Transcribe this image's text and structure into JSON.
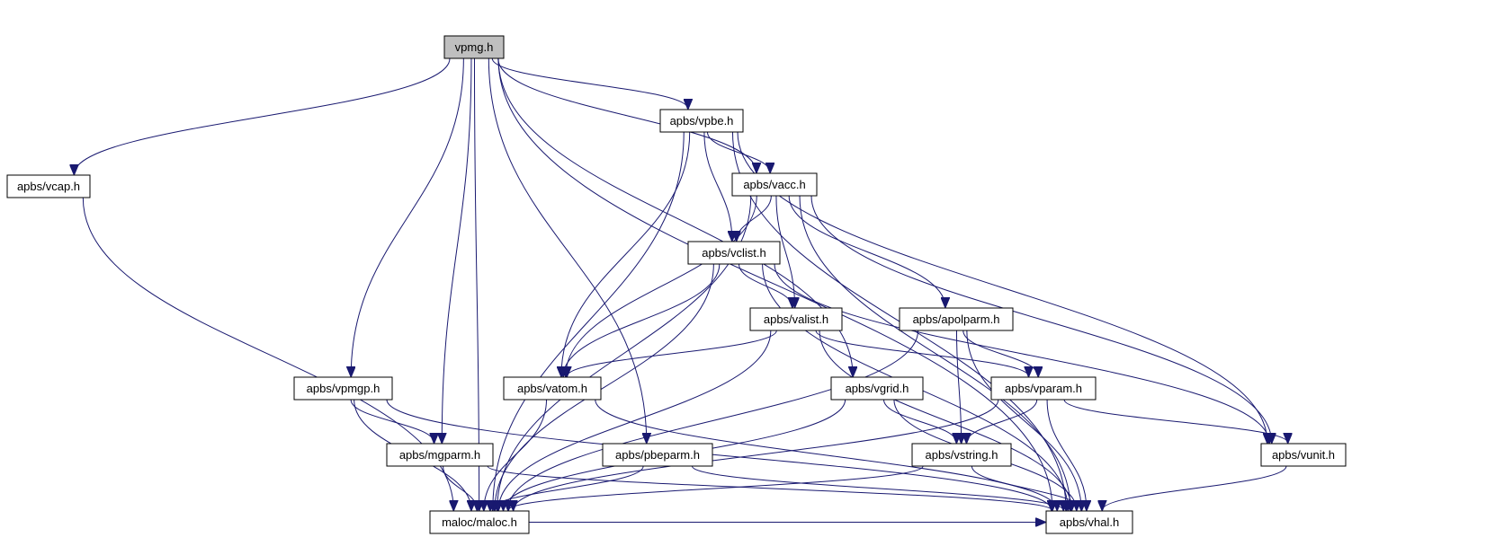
{
  "diagram": {
    "type": "include-dependency-graph",
    "colors": {
      "edge": "#191970",
      "node_fill": "#ffffff",
      "node_border": "#000000",
      "root_fill": "#bfbfbf",
      "external_border": "#bfbfbf"
    },
    "nodes": [
      {
        "id": "vpmg",
        "label": "vpmg.h",
        "style": "root"
      },
      {
        "id": "vpbe",
        "label": "apbs/vpbe.h",
        "style": "normal"
      },
      {
        "id": "vcap",
        "label": "apbs/vcap.h",
        "style": "normal"
      },
      {
        "id": "vacc",
        "label": "apbs/vacc.h",
        "style": "normal"
      },
      {
        "id": "vclist",
        "label": "apbs/vclist.h",
        "style": "normal"
      },
      {
        "id": "valist",
        "label": "apbs/valist.h",
        "style": "normal"
      },
      {
        "id": "apolparm",
        "label": "apbs/apolparm.h",
        "style": "normal"
      },
      {
        "id": "vpmgp",
        "label": "apbs/vpmgp.h",
        "style": "normal"
      },
      {
        "id": "vatom",
        "label": "apbs/vatom.h",
        "style": "normal"
      },
      {
        "id": "vgrid",
        "label": "apbs/vgrid.h",
        "style": "normal"
      },
      {
        "id": "vparam",
        "label": "apbs/vparam.h",
        "style": "normal"
      },
      {
        "id": "mgparm",
        "label": "apbs/mgparm.h",
        "style": "normal"
      },
      {
        "id": "pbeparm",
        "label": "apbs/pbeparm.h",
        "style": "normal"
      },
      {
        "id": "vstring",
        "label": "apbs/vstring.h",
        "style": "normal"
      },
      {
        "id": "vunit",
        "label": "apbs/vunit.h",
        "style": "normal"
      },
      {
        "id": "maloc",
        "label": "maloc/maloc.h",
        "style": "external"
      },
      {
        "id": "vhal",
        "label": "apbs/vhal.h",
        "style": "normal"
      }
    ],
    "edges": [
      {
        "from": "vpmg",
        "to": "vcap"
      },
      {
        "from": "vpmg",
        "to": "maloc"
      },
      {
        "from": "vpmg",
        "to": "vpmgp"
      },
      {
        "from": "vpmg",
        "to": "mgparm"
      },
      {
        "from": "vpmg",
        "to": "pbeparm"
      },
      {
        "from": "vpmg",
        "to": "vgrid"
      },
      {
        "from": "vpmg",
        "to": "vpbe"
      },
      {
        "from": "vpmg",
        "to": "vacc"
      },
      {
        "from": "vpmg",
        "to": "vhal"
      },
      {
        "from": "vcap",
        "to": "maloc"
      },
      {
        "from": "vpbe",
        "to": "maloc"
      },
      {
        "from": "vpbe",
        "to": "vatom"
      },
      {
        "from": "vpbe",
        "to": "vclist"
      },
      {
        "from": "vpbe",
        "to": "vacc"
      },
      {
        "from": "vpbe",
        "to": "vunit"
      },
      {
        "from": "vpbe",
        "to": "vhal"
      },
      {
        "from": "vacc",
        "to": "maloc"
      },
      {
        "from": "vacc",
        "to": "vatom"
      },
      {
        "from": "vacc",
        "to": "vclist"
      },
      {
        "from": "vacc",
        "to": "valist"
      },
      {
        "from": "vacc",
        "to": "apolparm"
      },
      {
        "from": "vacc",
        "to": "vunit"
      },
      {
        "from": "vacc",
        "to": "vhal"
      },
      {
        "from": "vclist",
        "to": "maloc"
      },
      {
        "from": "vclist",
        "to": "vatom"
      },
      {
        "from": "vclist",
        "to": "valist"
      },
      {
        "from": "vclist",
        "to": "vunit"
      },
      {
        "from": "vclist",
        "to": "vhal"
      },
      {
        "from": "valist",
        "to": "vatom"
      },
      {
        "from": "valist",
        "to": "maloc"
      },
      {
        "from": "valist",
        "to": "vparam"
      },
      {
        "from": "valist",
        "to": "vhal"
      },
      {
        "from": "apolparm",
        "to": "maloc"
      },
      {
        "from": "apolparm",
        "to": "vparam"
      },
      {
        "from": "apolparm",
        "to": "vstring"
      },
      {
        "from": "apolparm",
        "to": "vhal"
      },
      {
        "from": "vpmgp",
        "to": "mgparm"
      },
      {
        "from": "vpmgp",
        "to": "maloc"
      },
      {
        "from": "vpmgp",
        "to": "vhal"
      },
      {
        "from": "vatom",
        "to": "maloc"
      },
      {
        "from": "vatom",
        "to": "vhal"
      },
      {
        "from": "vgrid",
        "to": "maloc"
      },
      {
        "from": "vgrid",
        "to": "vstring"
      },
      {
        "from": "vgrid",
        "to": "vhal"
      },
      {
        "from": "vparam",
        "to": "vstring"
      },
      {
        "from": "vparam",
        "to": "vunit"
      },
      {
        "from": "vparam",
        "to": "maloc"
      },
      {
        "from": "vparam",
        "to": "vhal"
      },
      {
        "from": "mgparm",
        "to": "maloc"
      },
      {
        "from": "mgparm",
        "to": "vhal"
      },
      {
        "from": "pbeparm",
        "to": "maloc"
      },
      {
        "from": "pbeparm",
        "to": "vhal"
      },
      {
        "from": "vstring",
        "to": "maloc"
      },
      {
        "from": "vstring",
        "to": "vhal"
      },
      {
        "from": "vunit",
        "to": "vhal"
      },
      {
        "from": "maloc",
        "to": "vhal"
      }
    ]
  }
}
